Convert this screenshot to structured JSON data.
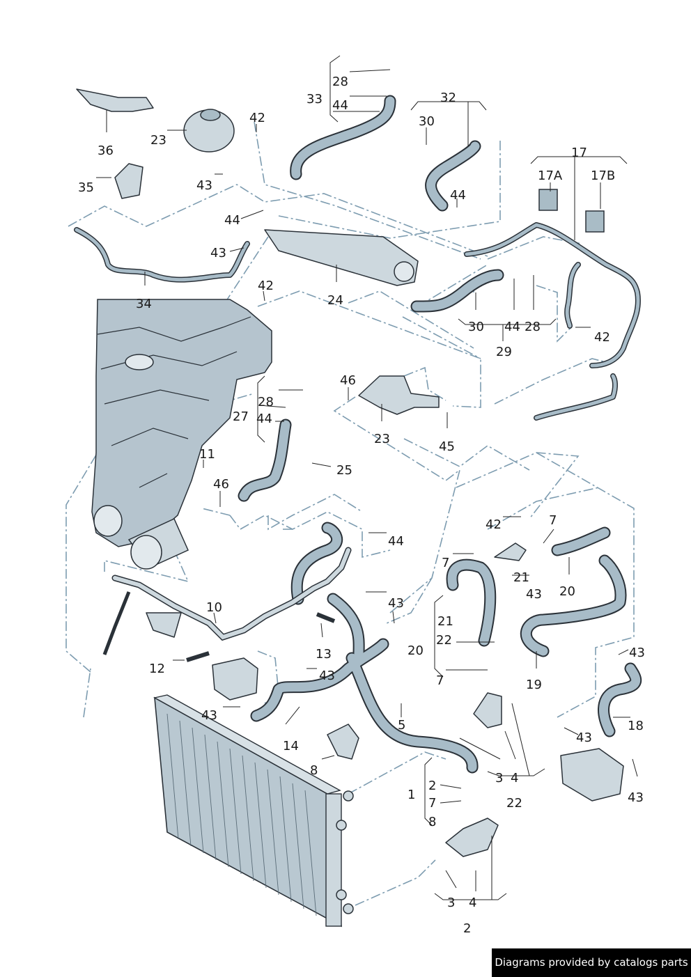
{
  "labels": [
    {
      "id": "l28a",
      "text": "28"
    },
    {
      "id": "l33",
      "text": "33"
    },
    {
      "id": "l44a",
      "text": "44"
    },
    {
      "id": "l32",
      "text": "32"
    },
    {
      "id": "l30a",
      "text": "30"
    },
    {
      "id": "l36",
      "text": "36"
    },
    {
      "id": "l23a",
      "text": "23"
    },
    {
      "id": "l42a",
      "text": "42"
    },
    {
      "id": "l43a",
      "text": "43"
    },
    {
      "id": "l35",
      "text": "35"
    },
    {
      "id": "l17",
      "text": "17"
    },
    {
      "id": "l17a",
      "text": "17A"
    },
    {
      "id": "l17b",
      "text": "17B"
    },
    {
      "id": "l44b",
      "text": "44"
    },
    {
      "id": "l44c",
      "text": "44"
    },
    {
      "id": "l43b",
      "text": "43"
    },
    {
      "id": "l34",
      "text": "34"
    },
    {
      "id": "l42b",
      "text": "42"
    },
    {
      "id": "l24",
      "text": "24"
    },
    {
      "id": "l30b",
      "text": "30"
    },
    {
      "id": "l44d",
      "text": "44"
    },
    {
      "id": "l28b",
      "text": "28"
    },
    {
      "id": "l42c",
      "text": "42"
    },
    {
      "id": "l29",
      "text": "29"
    },
    {
      "id": "l46a",
      "text": "46"
    },
    {
      "id": "l28c",
      "text": "28"
    },
    {
      "id": "l27",
      "text": "27"
    },
    {
      "id": "l44e",
      "text": "44"
    },
    {
      "id": "l23b",
      "text": "23"
    },
    {
      "id": "l45",
      "text": "45"
    },
    {
      "id": "l11",
      "text": "11"
    },
    {
      "id": "l25",
      "text": "25"
    },
    {
      "id": "l46b",
      "text": "46"
    },
    {
      "id": "l42d",
      "text": "42"
    },
    {
      "id": "l7a",
      "text": "7"
    },
    {
      "id": "l44f",
      "text": "44"
    },
    {
      "id": "l7b",
      "text": "7"
    },
    {
      "id": "l21a",
      "text": "21"
    },
    {
      "id": "l43c",
      "text": "43"
    },
    {
      "id": "l20a",
      "text": "20"
    },
    {
      "id": "l10",
      "text": "10"
    },
    {
      "id": "l43d",
      "text": "43"
    },
    {
      "id": "l21b",
      "text": "21"
    },
    {
      "id": "l22a",
      "text": "22"
    },
    {
      "id": "l13",
      "text": "13"
    },
    {
      "id": "l20b",
      "text": "20"
    },
    {
      "id": "l12",
      "text": "12"
    },
    {
      "id": "l43e",
      "text": "43"
    },
    {
      "id": "l7c",
      "text": "7"
    },
    {
      "id": "l19",
      "text": "19"
    },
    {
      "id": "l43f",
      "text": "43"
    },
    {
      "id": "l5",
      "text": "5"
    },
    {
      "id": "l43g",
      "text": "43"
    },
    {
      "id": "l14",
      "text": "14"
    },
    {
      "id": "l18",
      "text": "18"
    },
    {
      "id": "l43h",
      "text": "43"
    },
    {
      "id": "l8a",
      "text": "8"
    },
    {
      "id": "l3a",
      "text": "3"
    },
    {
      "id": "l4a",
      "text": "4"
    },
    {
      "id": "l43i",
      "text": "43"
    },
    {
      "id": "l2a",
      "text": "2"
    },
    {
      "id": "l1",
      "text": "1"
    },
    {
      "id": "l7d",
      "text": "7"
    },
    {
      "id": "l22b",
      "text": "22"
    },
    {
      "id": "l8b",
      "text": "8"
    },
    {
      "id": "l3b",
      "text": "3"
    },
    {
      "id": "l4b",
      "text": "4"
    },
    {
      "id": "l2b",
      "text": "2"
    }
  ],
  "footer": {
    "text": "Diagrams provided by catalogs parts"
  },
  "colors": {
    "hose": "#a8bcc8",
    "part": "#cdd8de",
    "engine": "#b5c4ce",
    "dashed_line": "#7d9cb0",
    "footer_bg": "#000000"
  }
}
